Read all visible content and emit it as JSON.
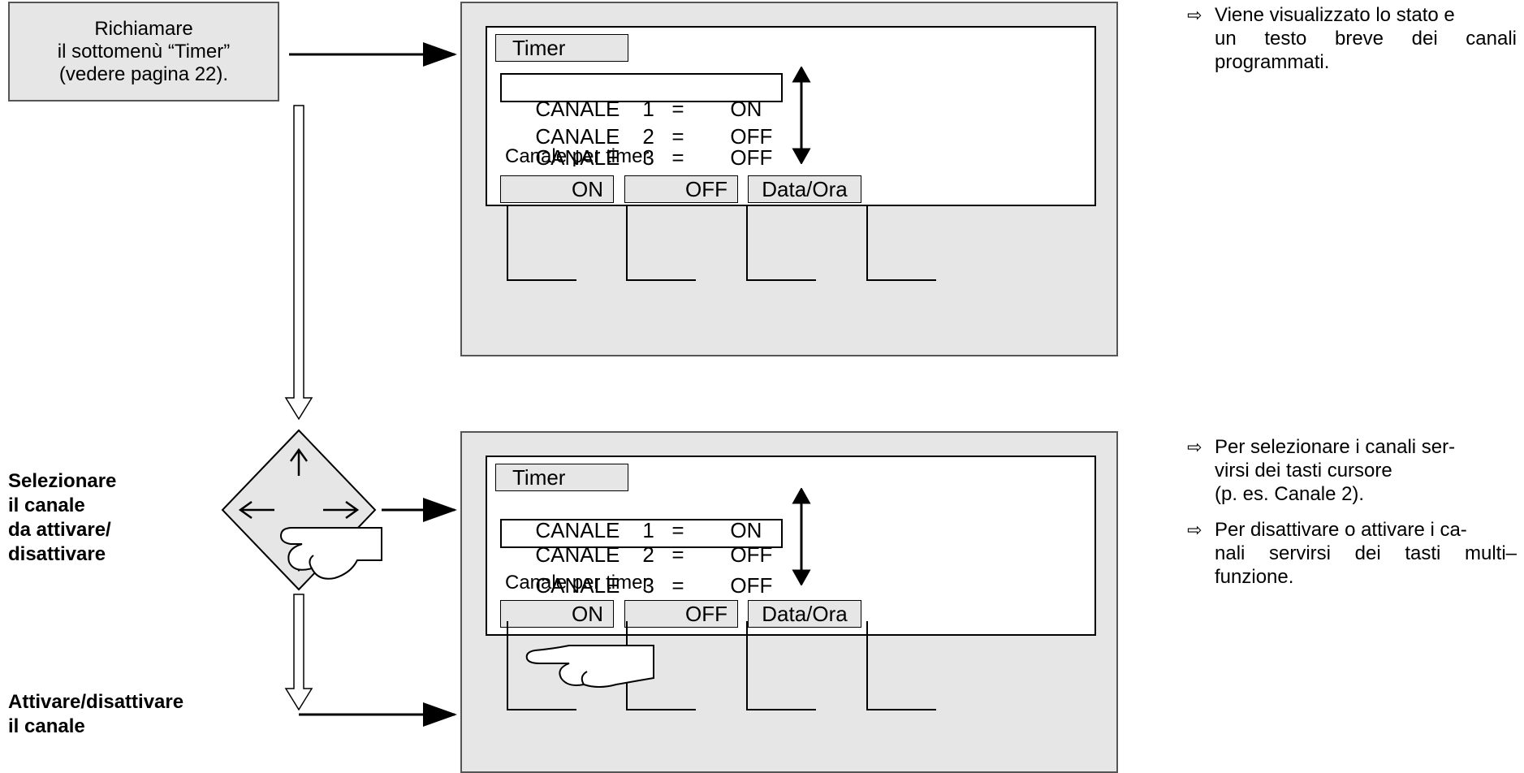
{
  "start_box": {
    "line1": "Richiamare",
    "line2": "il sottomenù “Timer”",
    "line3": "(vedere pagina 22)."
  },
  "labels": {
    "select": [
      "Selezionare",
      "il canale",
      "da attivare/",
      "disattivare"
    ],
    "toggle": [
      "Attivare/disattivare",
      "il canale"
    ]
  },
  "panels": [
    {
      "title": "Timer",
      "channels": [
        {
          "name": "CANALE",
          "num": "1",
          "eq": "=",
          "state": "ON"
        },
        {
          "name": "CANALE",
          "num": "2",
          "eq": "=",
          "state": "OFF"
        },
        {
          "name": "CANALE",
          "num": "3",
          "eq": "=",
          "state": "OFF"
        }
      ],
      "caption": "Canale per timer",
      "softkeys": [
        "ON",
        "OFF",
        "Data/Ora"
      ]
    },
    {
      "title": "Timer",
      "channels": [
        {
          "name": "CANALE",
          "num": "1",
          "eq": "=",
          "state": "ON"
        },
        {
          "name": "CANALE",
          "num": "2",
          "eq": "=",
          "state": "OFF"
        },
        {
          "name": "CANALE",
          "num": "3",
          "eq": "=",
          "state": "OFF"
        }
      ],
      "caption": "Canale per timer",
      "softkeys": [
        "ON",
        "OFF",
        "Data/Ora"
      ]
    }
  ],
  "notes": {
    "top": [
      "Viene visualizzato lo stato e",
      "un testo breve dei canali",
      "programmati."
    ],
    "bottom1": [
      "Per selezionare i canali ser-",
      "virsi dei tasti cursore",
      "(p. es. Canale 2)."
    ],
    "bottom2": [
      "Per disattivare o attivare i ca-",
      "nali servirsi dei tasti multi–",
      "funzione."
    ]
  },
  "note_arrow": "⇨",
  "colors": {
    "panel": "#e6e6e6",
    "border": "#555555"
  },
  "icons": [
    "arrow-right-icon",
    "hollow-arrow-down-icon",
    "cursor-keypad-icon",
    "pointing-hand-icon",
    "updown-arrow-icon"
  ]
}
